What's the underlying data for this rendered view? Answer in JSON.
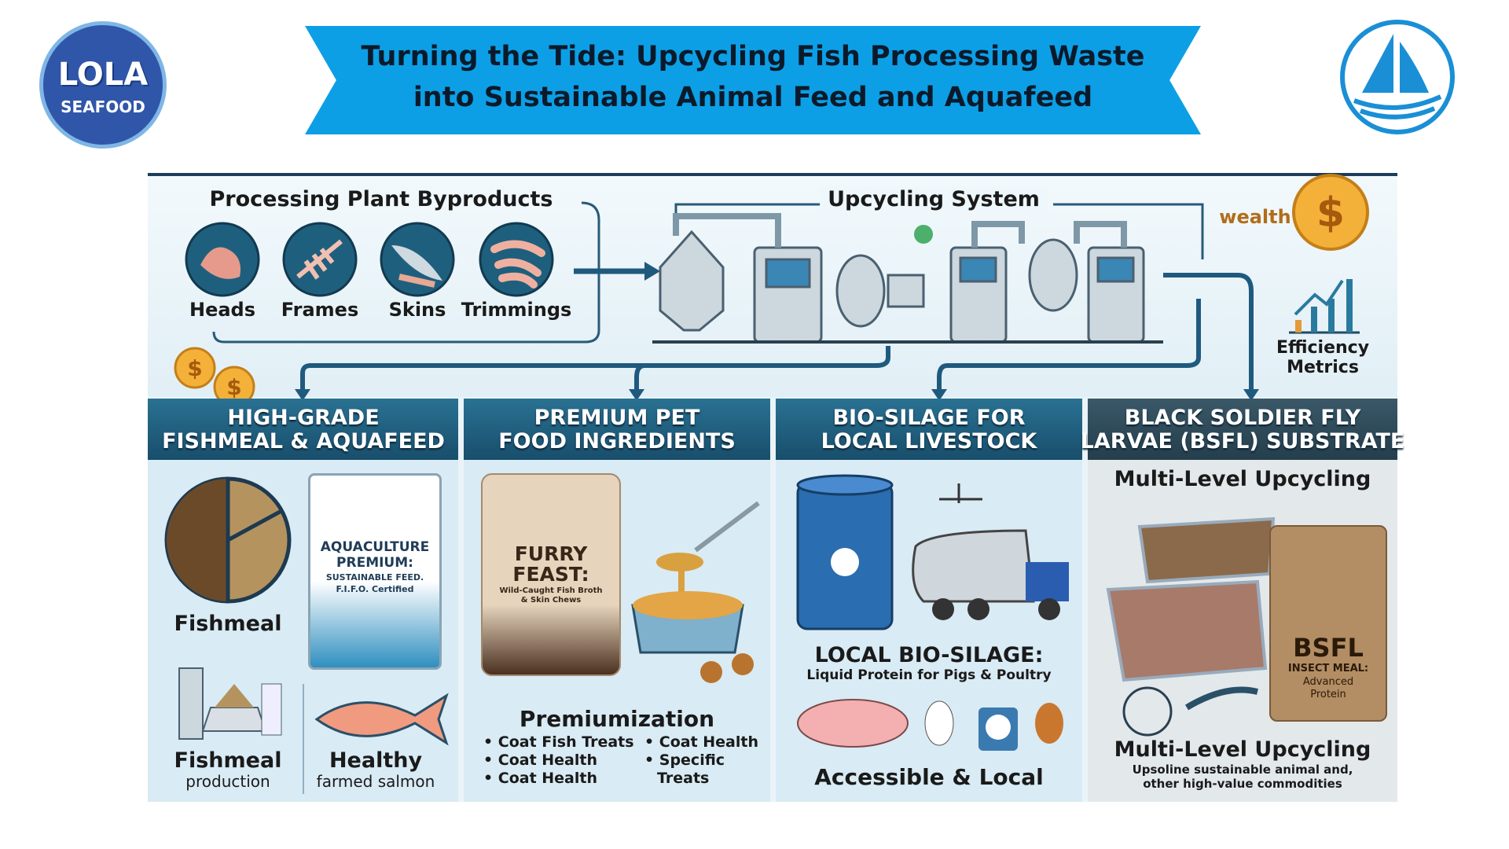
{
  "header": {
    "title_line1": "Turning the Tide: Upcycling Fish Processing Waste",
    "title_line2": "into Sustainable Animal Feed and Aquafeed",
    "logo_left_text": [
      "LOLA",
      "SEAFOOD"
    ],
    "banner_color": "#0c9fe6"
  },
  "top": {
    "byproducts_title": "Processing Plant Byproducts",
    "byproducts": [
      {
        "label": "Heads"
      },
      {
        "label": "Frames"
      },
      {
        "label": "Skins"
      },
      {
        "label": "Trimmings"
      }
    ],
    "system_title": "Upcycling System",
    "wealth": "wealth",
    "efficiency": [
      "Efficiency",
      "Metrics"
    ]
  },
  "columns": [
    {
      "title": [
        "HIGH-GRADE",
        "FISHMEAL & AQUAFEED"
      ],
      "fishmeal": "Fishmeal",
      "bag": [
        "AQUACULTURE",
        "PREMIUM:",
        "SUSTAINABLE FEED.",
        "F.I.F.O. Certified"
      ],
      "prod": [
        "Fishmeal",
        "production"
      ],
      "salmon": [
        "Healthy",
        "farmed salmon"
      ]
    },
    {
      "title": [
        "PREMIUM PET",
        "FOOD INGREDIENTS"
      ],
      "pouch": [
        "FURRY",
        "FEAST:",
        "Wild-Caught Fish Broth",
        "& Skin Chews"
      ],
      "heading": "Premiumization",
      "bullets_left": [
        "• Coat Fish Treats",
        "• Coat Health",
        "• Coat Health"
      ],
      "bullets_right": [
        "• Coat Health",
        "• Specific",
        "Treats"
      ]
    },
    {
      "title": [
        "BIO-SILAGE FOR",
        "LOCAL LIVESTOCK"
      ],
      "heading": "LOCAL BIO-SILAGE:",
      "sub": "Liquid Protein for Pigs & Poultry",
      "footer": "Accessible & Local"
    },
    {
      "title": [
        "BLACK SOLDIER FLY",
        "LARVAE (BSFL) SUBSTRATE"
      ],
      "top_heading": "Multi-Level Upcycling",
      "bag": [
        "BSFL",
        "INSECT MEAL:",
        "Advanced",
        "Protein"
      ],
      "heading": "Multi-Level Upcycling",
      "sub": [
        "Upsoline sustainable animal and,",
        "other high-value commodities"
      ]
    }
  ]
}
